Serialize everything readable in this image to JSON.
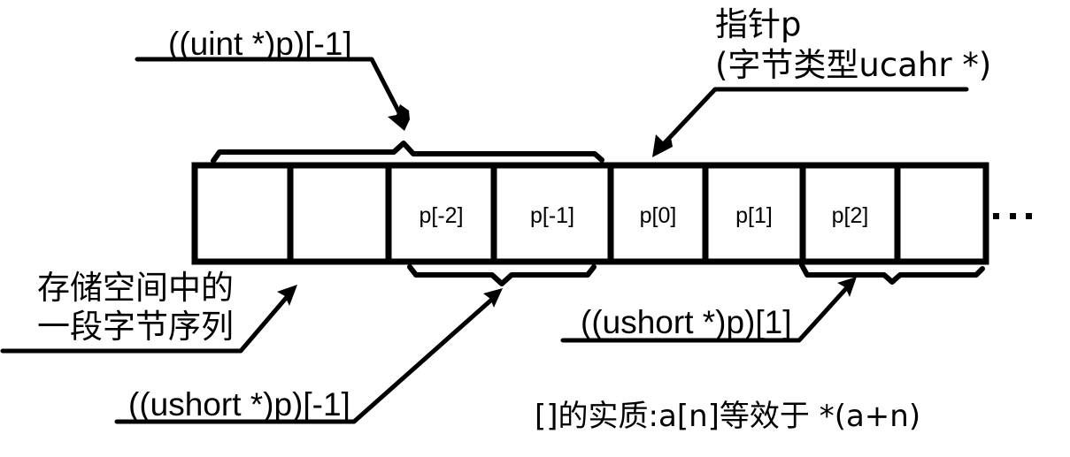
{
  "diagram": {
    "cells": [
      {
        "label": ""
      },
      {
        "label": ""
      },
      {
        "label": "p[-2]"
      },
      {
        "label": "p[-1]"
      },
      {
        "label": "p[0]"
      },
      {
        "label": "p[1]"
      },
      {
        "label": "p[2]"
      },
      {
        "label": ""
      }
    ],
    "ellipsis": "...",
    "labels": {
      "uint_minus1": "((uint *)p)[-1]",
      "pointer_line1": "指针p",
      "pointer_line2": "(字节类型ucahr *)",
      "storage_line1": "存储空间中的",
      "storage_line2": "一段字节序列",
      "ushort_minus1": "((ushort *)p)[-1]",
      "ushort_plus1": "((ushort *)p)[1]",
      "essence_note": "[]的实质:a[n]等效于 *(a+n)"
    }
  }
}
